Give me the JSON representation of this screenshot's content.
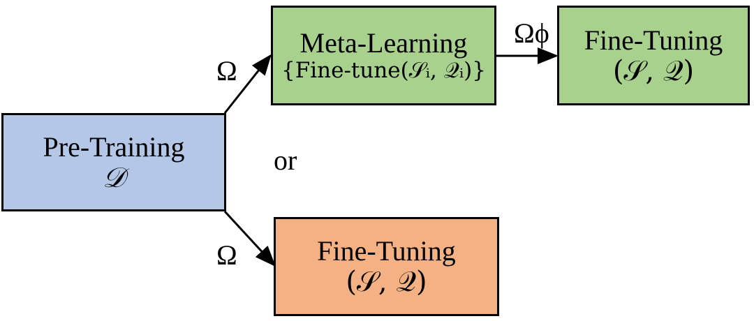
{
  "colors": {
    "pretraining_fill": "#b4c7e7",
    "metalearning_fill": "#a9d18e",
    "finetuning_meta_fill": "#a9d18e",
    "finetuning_direct_fill": "#f4b183",
    "stroke": "#000000"
  },
  "nodes": {
    "pretraining": {
      "title": "Pre-Training",
      "sub": "𝒟"
    },
    "metalearning": {
      "title": "Meta-Learning",
      "sub": "{Fine-tune(𝒮ᵢ, 𝒬ᵢ)}"
    },
    "finetuning_meta": {
      "title": "Fine-Tuning",
      "sub": "(𝒮, 𝒬)"
    },
    "finetuning_direct": {
      "title": "Fine-Tuning",
      "sub": "(𝒮, 𝒬)"
    }
  },
  "edge_labels": {
    "to_meta": "Ω",
    "meta_to_finetune": "Ωϕ",
    "to_finetune": "Ω"
  },
  "or_text": "or"
}
